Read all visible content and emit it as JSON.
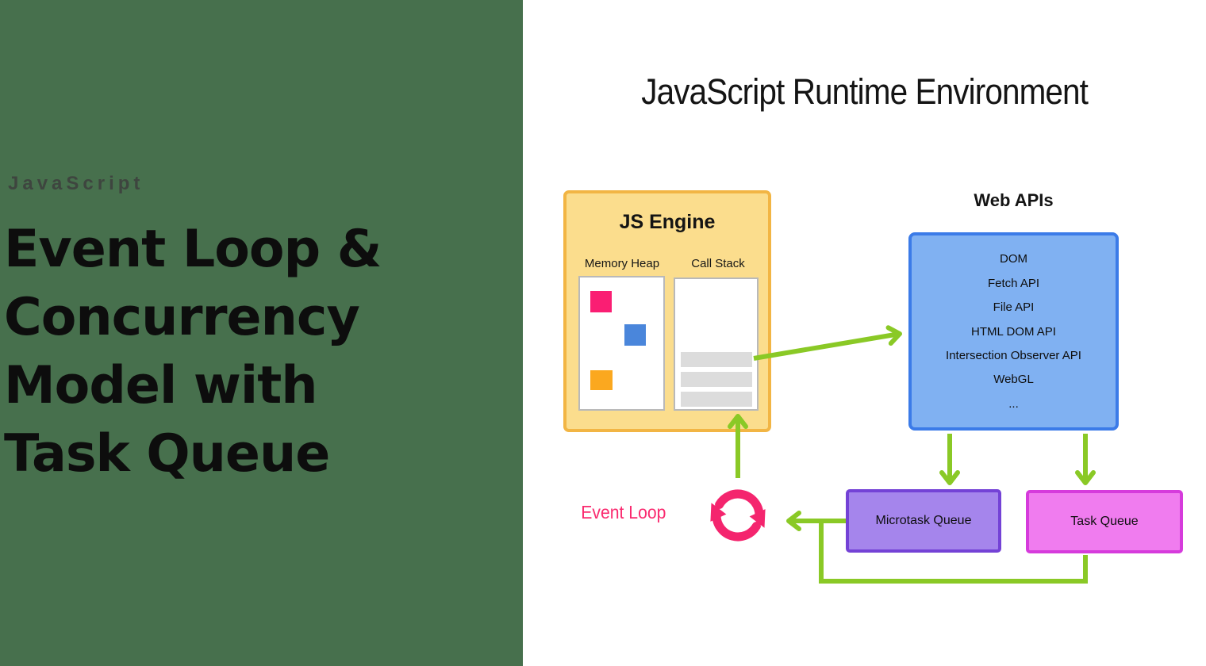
{
  "left_panel": {
    "background_color": "#47704D",
    "eyebrow": "JavaScript",
    "title_lines": [
      "Event Loop &",
      "Concurrency",
      "Model with",
      "Task Queue"
    ]
  },
  "diagram": {
    "title": "JavaScript Runtime Environment",
    "js_engine": {
      "label": "JS Engine",
      "fill": "#FBDD8D",
      "border": "#F2B544",
      "memory_heap": {
        "label": "Memory Heap",
        "block_colors": [
          "#FA1E73",
          "#4A86DB",
          "#FBA81F"
        ]
      },
      "call_stack": {
        "label": "Call Stack",
        "frame_count": 3,
        "frame_color": "#DCDCDC"
      }
    },
    "web_apis": {
      "label": "Web APIs",
      "fill": "#80B1F2",
      "border": "#3B7BE8",
      "items": [
        "DOM",
        "Fetch API",
        "File API",
        "HTML DOM API",
        "Intersection Observer API",
        "WebGL",
        "..."
      ]
    },
    "microtask_queue": {
      "label": "Microtask Queue",
      "fill": "#A585EC",
      "border": "#7442D6"
    },
    "task_queue": {
      "label": "Task Queue",
      "fill": "#F07CEF",
      "border": "#D63BDC"
    },
    "event_loop": {
      "label": "Event Loop",
      "color": "#F4256E"
    },
    "arrow_color": "#8AC926"
  }
}
